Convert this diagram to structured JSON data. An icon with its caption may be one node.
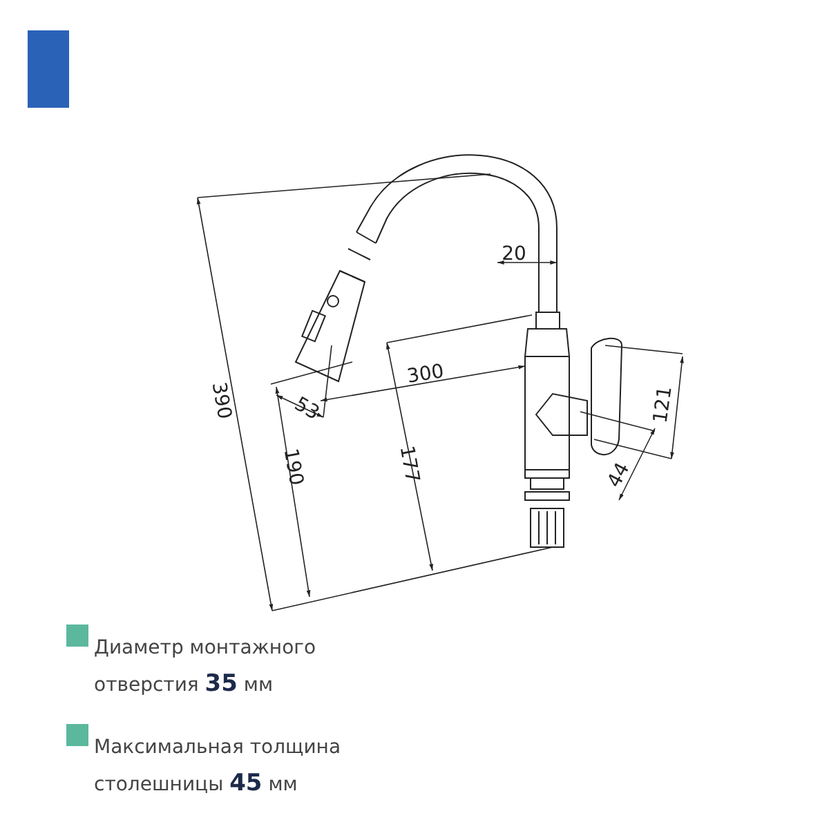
{
  "diagram": {
    "labels": [
      "390",
      "190",
      "177",
      "300",
      "20",
      "53",
      "121",
      "44"
    ],
    "legend": [
      {
        "text": "Диаметр монтажного отверстия **35** мм",
        "color": "#5bb89c"
      },
      {
        "text": "Максимальная толщина столешницы **45** мм",
        "color": "#5bb89c"
      }
    ]
  }
}
